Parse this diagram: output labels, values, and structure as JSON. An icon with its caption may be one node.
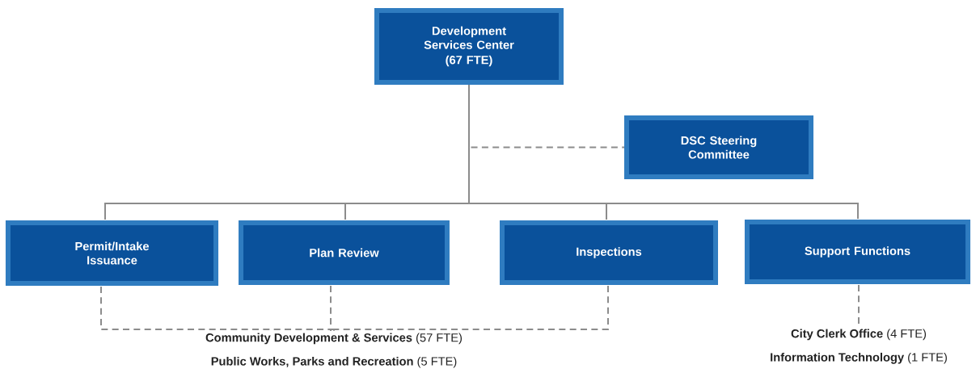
{
  "diagram": {
    "nodes": [
      {
        "text": [
          "Development Services Center",
          "(67 FTE)"
        ]
      },
      {
        "text": [
          "DSC Steering Committee"
        ]
      },
      {
        "text": [
          "Permit/Intake Issuance"
        ]
      },
      {
        "text": [
          "Plan Review"
        ]
      },
      {
        "text": [
          "Inspections"
        ]
      },
      {
        "text": [
          "Support Functions"
        ]
      },
      {
        "text": [
          "**Community Development & Services** (57 FTE)",
          "**Public Works, Parks and Recreation** (5 FTE)"
        ]
      },
      {
        "text": [
          "**City Clerk Office** (4 FTE)",
          "**Information Technology** (1 FTE)"
        ]
      }
    ],
    "edges": [
      {
        "from": 0,
        "to": 1,
        "arrow": "none",
        "style": "dashed"
      },
      {
        "from": 0,
        "to": 2,
        "arrow": "none"
      },
      {
        "from": 0,
        "to": 3,
        "arrow": "none"
      },
      {
        "from": 0,
        "to": 4,
        "arrow": "none"
      },
      {
        "from": 0,
        "to": 5,
        "arrow": "none"
      },
      {
        "from": 2,
        "to": 6,
        "arrow": "none",
        "style": "dashed"
      },
      {
        "from": 3,
        "to": 6,
        "arrow": "none",
        "style": "dashed"
      },
      {
        "from": 4,
        "to": 6,
        "arrow": "none",
        "style": "dashed"
      },
      {
        "from": 5,
        "to": 7,
        "arrow": "none",
        "style": "dashed"
      }
    ]
  }
}
